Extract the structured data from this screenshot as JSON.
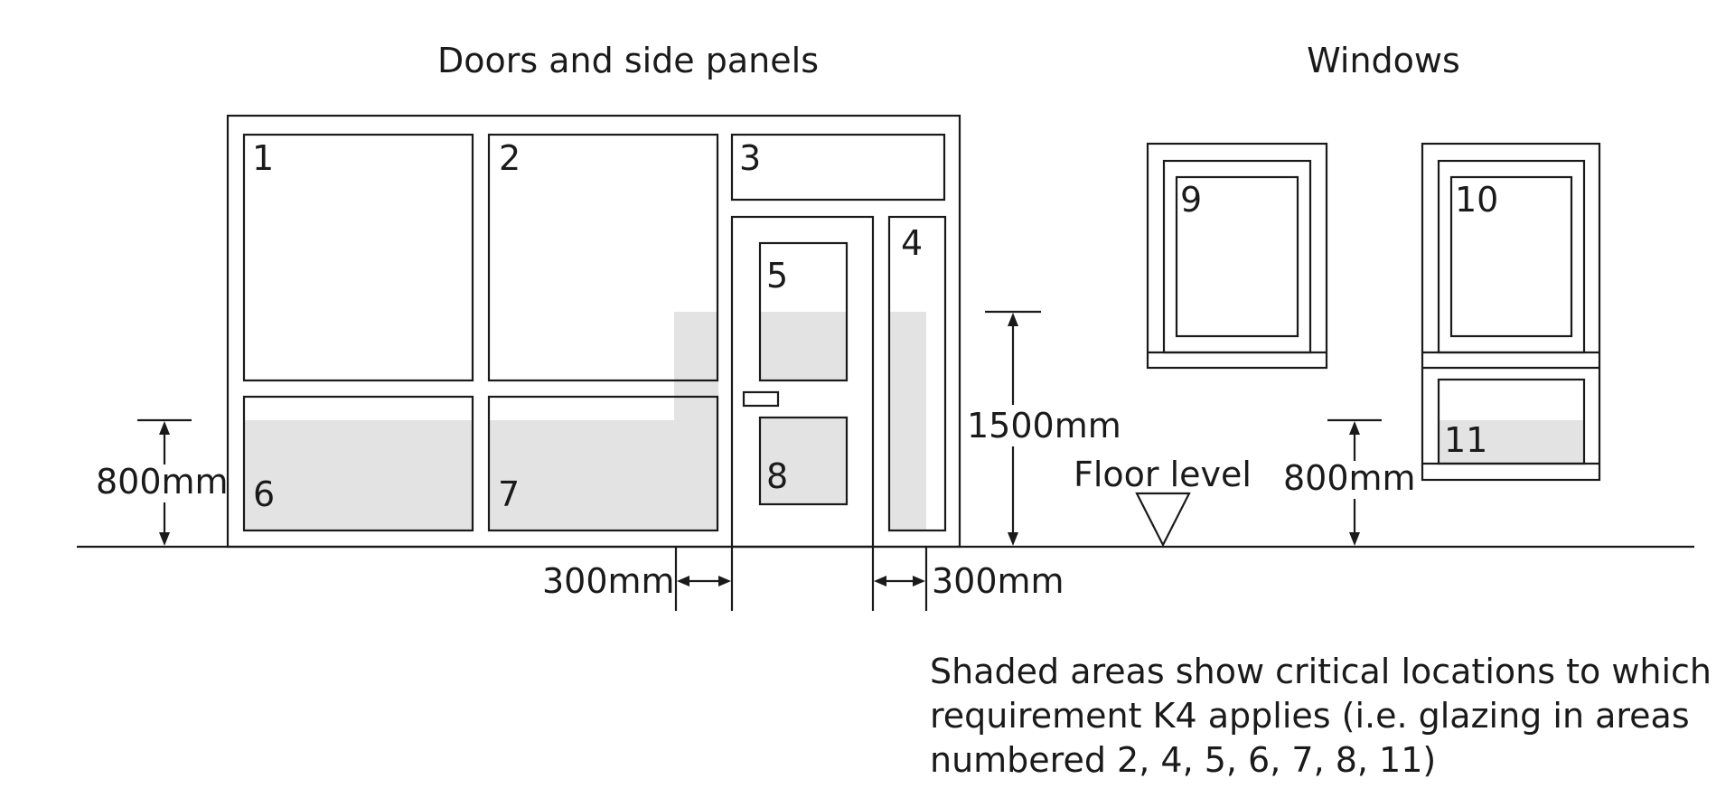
{
  "headings": {
    "doors": "Doors and side panels",
    "windows": "Windows"
  },
  "panels": {
    "p1": "1",
    "p2": "2",
    "p3": "3",
    "p4": "4",
    "p5": "5",
    "p6": "6",
    "p7": "7",
    "p8": "8",
    "p9": "9",
    "p10": "10",
    "p11": "11"
  },
  "dimensions": {
    "h800_left": "800mm",
    "h1500": "1500mm",
    "floor": "Floor level",
    "h800_right": "800mm",
    "w300_left": "300mm",
    "w300_right": "300mm"
  },
  "note": {
    "line1": "Shaded areas show critical locations to which",
    "line2": "requirement K4 applies (i.e. glazing in areas",
    "line3": "numbered 2, 4, 5, 6, 7, 8, 11)"
  },
  "colors": {
    "line": "#1a1a1a",
    "shade": "#e3e3e3"
  }
}
